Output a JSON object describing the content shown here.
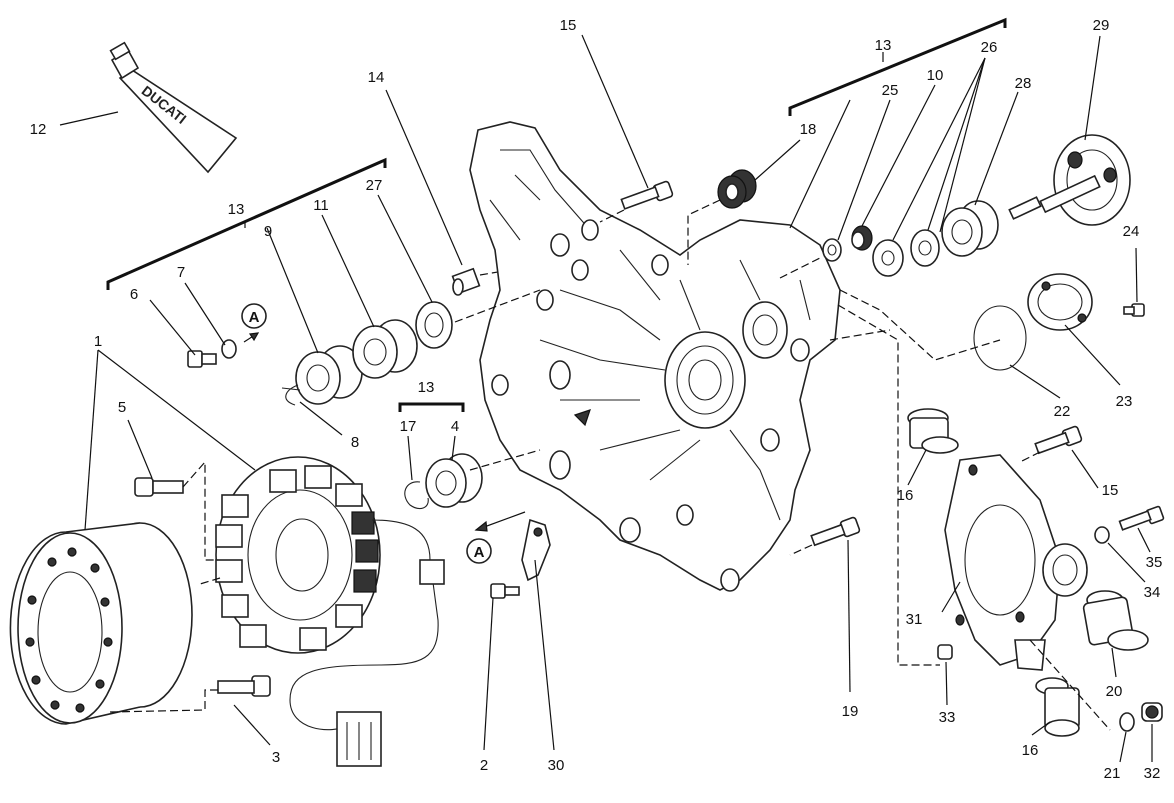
{
  "diagram": {
    "callouts": {
      "c1": "1",
      "c2": "2",
      "c3": "3",
      "c4": "4",
      "c5": "5",
      "c6": "6",
      "c7": "7",
      "c8": "8",
      "c9": "9",
      "c10": "10",
      "c11": "11",
      "c12": "12",
      "c13a": "13",
      "c13b": "13",
      "c13c": "13",
      "c14": "14",
      "c15a": "15",
      "c15b": "15",
      "c16a": "16",
      "c16b": "16",
      "c17": "17",
      "c18": "18",
      "c19": "19",
      "c20": "20",
      "c21": "21",
      "c22": "22",
      "c23": "23",
      "c24": "24",
      "c25": "25",
      "c26": "26",
      "c27": "27",
      "c28": "28",
      "c29": "29",
      "c30": "30",
      "c31": "31",
      "c32": "32",
      "c33": "33",
      "c34": "34",
      "c35": "35"
    },
    "reference_marker": "A",
    "tube_brand": "DUCATI"
  }
}
